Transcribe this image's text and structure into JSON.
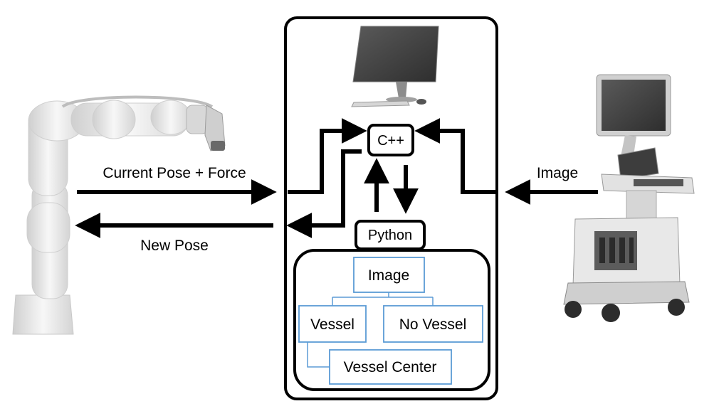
{
  "labels": {
    "current_pose_force": "Current Pose + Force",
    "new_pose": "New Pose",
    "image_input": "Image",
    "cpp": "C++",
    "python": "Python"
  },
  "tree": {
    "root": "Image",
    "vessel": "Vessel",
    "no_vessel": "No Vessel",
    "vessel_center": "Vessel Center"
  },
  "colors": {
    "tree_box_stroke": "#5b9bd5",
    "arrow": "#000000",
    "robot_body": "#e9e9e9",
    "monitor": "#444444",
    "cart": "#d9d9d9"
  },
  "icons": {
    "robot": "robot-arm-icon",
    "computer": "desktop-computer-icon",
    "ultrasound": "ultrasound-machine-icon"
  }
}
